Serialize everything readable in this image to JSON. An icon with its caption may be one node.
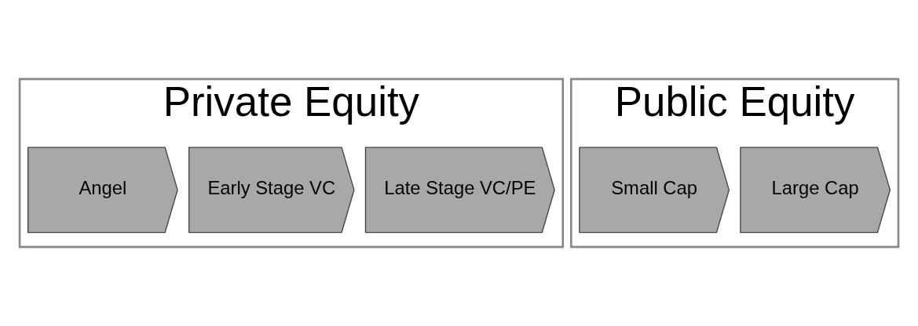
{
  "diagram": {
    "nodes": [
      {
        "text": [
          "Private Equity"
        ]
      },
      {
        "text": [
          "Angel"
        ],
        "in": 0
      },
      {
        "text": [
          "Early Stage VC"
        ],
        "in": 0
      },
      {
        "text": [
          "Late Stage VC/PE"
        ],
        "in": 0
      },
      {
        "text": [
          "Public Equity"
        ]
      },
      {
        "text": [
          "Small Cap"
        ],
        "in": 4
      },
      {
        "text": [
          "Large Cap"
        ],
        "in": 4
      }
    ],
    "edges": []
  }
}
